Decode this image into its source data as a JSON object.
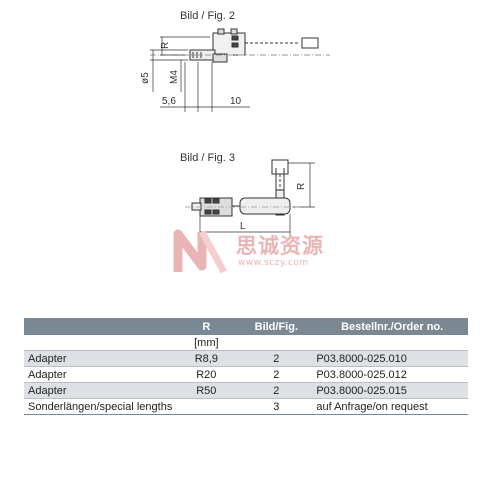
{
  "figures": {
    "fig2": {
      "label": "Bild / Fig. 2",
      "dims": {
        "r": "R",
        "m4": "M4",
        "d5": "ø5",
        "len1": "5,6",
        "len2": "10"
      }
    },
    "fig3": {
      "label": "Bild / Fig. 3",
      "dims": {
        "r": "R",
        "l": "L"
      }
    }
  },
  "watermark": {
    "title": "思诚资源",
    "url": "www.sczy.com"
  },
  "table": {
    "headers": [
      "",
      "R",
      "Bild/Fig.",
      "Bestellnr./Order no."
    ],
    "unit_row": [
      "",
      "[mm]",
      "",
      ""
    ],
    "rows": [
      [
        "Adapter",
        "R8,9",
        "2",
        "P03.8000-025.010"
      ],
      [
        "Adapter",
        "R20",
        "2",
        "P03.8000-025.012"
      ],
      [
        "Adapter",
        "R50",
        "2",
        "P03.8000-025.015"
      ],
      [
        "Sonderlängen/special lengths",
        "",
        "3",
        "auf Anfrage/on request"
      ]
    ]
  },
  "colors": {
    "header_bg": "#7a8894",
    "shade_bg": "#dde1e5",
    "line": "#333333",
    "watermark": "#e9b4b4"
  }
}
